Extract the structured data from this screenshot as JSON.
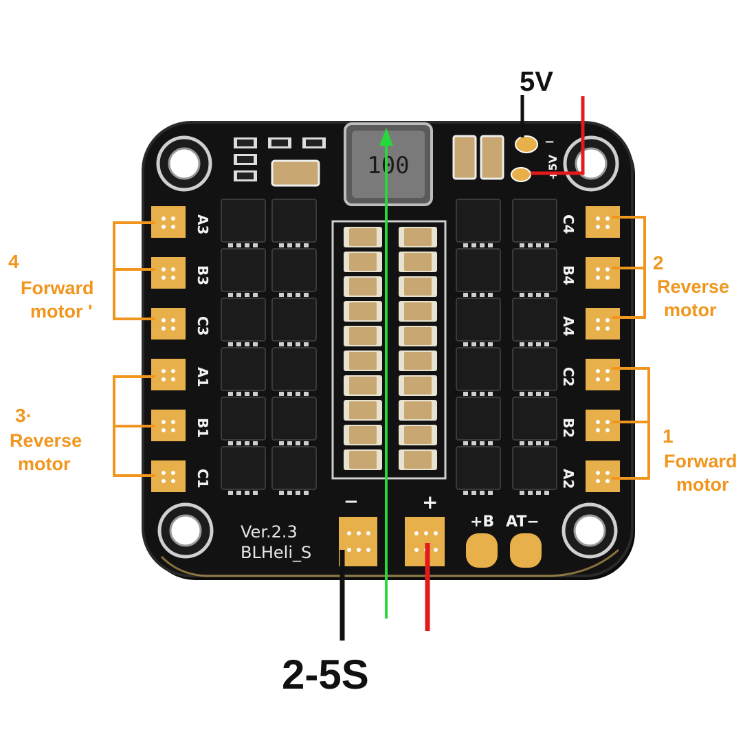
{
  "colors": {
    "board": "#121212",
    "board_edge": "#2a2a2a",
    "pad_gold": "#e8b04a",
    "bracket_orange": "#f0961e",
    "wire_red": "#e31b1b",
    "wire_black": "#111111",
    "arrow_green": "#27d83a",
    "capacitor_tan": "#c9a772",
    "chip_black": "#1b1b1b",
    "silkscreen": "#f2f2f2"
  },
  "labels": {
    "voltage_5v": "5V",
    "battery": "2-5S",
    "group_4_number": "4",
    "group_4_line1": "Forward",
    "group_4_line2": "motor '",
    "group_3_number": "3·",
    "group_3_line1": "Reverse",
    "group_3_line2": "motor",
    "group_2_number": "2",
    "group_2_line1": "Reverse",
    "group_2_line2": "motor",
    "group_1_number": "1",
    "group_1_line1": "Forward",
    "group_1_line2": "motor"
  },
  "board": {
    "version": "Ver.2.3",
    "firmware": "BLHeli_S",
    "inductor_code": "100",
    "minus_sign": "−",
    "plus_sign": "+",
    "plus_b": "+B",
    "at_label": "AT−",
    "pad_5v_minus": "−",
    "pad_5v_plus": "+5V",
    "left_pads": [
      "A3",
      "B3",
      "C3",
      "A1",
      "B1",
      "C1"
    ],
    "right_pads": [
      "C4",
      "B4",
      "A4",
      "C2",
      "B2",
      "A2"
    ]
  },
  "icons": [
    "mounting-hole-icon",
    "inductor-icon",
    "capacitor-icon",
    "mosfet-chip-icon",
    "solder-pad-icon"
  ]
}
